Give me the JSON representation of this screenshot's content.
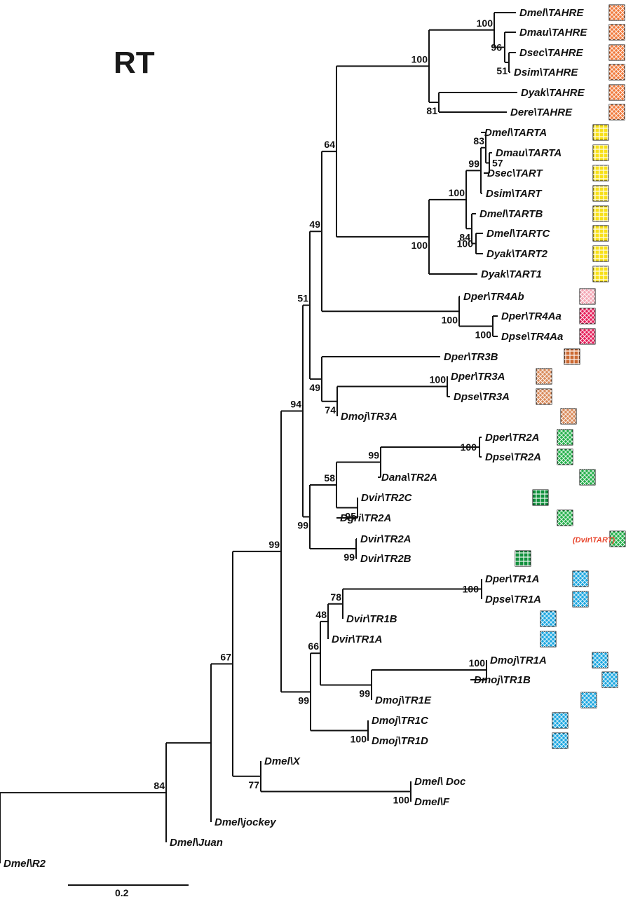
{
  "title": "RT",
  "scale_bar_label": "0.2",
  "note": {
    "text": "(Dvir\\TART)",
    "color": "#e8472f"
  },
  "box_colors": {
    "orange": "#f07a3c",
    "yellow": "#f7e018",
    "pink": "#f4a6b4",
    "magenta": "#e61e5a",
    "brown": "#cc6a33",
    "lightbrown": "#d98a5a",
    "green": "#23b04a",
    "darkgreen": "#11913d",
    "blue": "#1aa6e0"
  },
  "taxa": [
    {
      "label": "Dmel\\TAHRE",
      "box": "orange"
    },
    {
      "label": "Dmau\\TAHRE",
      "box": "orange"
    },
    {
      "label": "Dsec\\TAHRE",
      "box": "orange"
    },
    {
      "label": "Dsim\\TAHRE",
      "box": "orange"
    },
    {
      "label": "Dyak\\TAHRE",
      "box": "orange"
    },
    {
      "label": "Dere\\TAHRE",
      "box": "orange"
    },
    {
      "label": "Dmel\\TARTA",
      "box": "yellow"
    },
    {
      "label": "Dmau\\TARTA",
      "box": "yellow"
    },
    {
      "label": "Dsec\\TART",
      "box": "yellow"
    },
    {
      "label": "Dsim\\TART",
      "box": "yellow"
    },
    {
      "label": "Dmel\\TARTB",
      "box": "yellow"
    },
    {
      "label": "Dmel\\TARTC",
      "box": "yellow"
    },
    {
      "label": "Dyak\\TART2",
      "box": "yellow"
    },
    {
      "label": "Dyak\\TART1",
      "box": "yellow"
    },
    {
      "label": "Dper\\TR4Ab",
      "box": "pink"
    },
    {
      "label": "Dper\\TR4Aa",
      "box": "magenta"
    },
    {
      "label": "Dpse\\TR4Aa",
      "box": "magenta"
    },
    {
      "label": "Dper\\TR3B",
      "box": "brown"
    },
    {
      "label": "Dper\\TR3A",
      "box": "lightbrown"
    },
    {
      "label": "Dpse\\TR3A",
      "box": "lightbrown"
    },
    {
      "label": "Dmoj\\TR3A",
      "box": "lightbrown"
    },
    {
      "label": "Dper\\TR2A",
      "box": "green"
    },
    {
      "label": "Dpse\\TR2A",
      "box": "green"
    },
    {
      "label": "Dana\\TR2A",
      "box": "green"
    },
    {
      "label": "Dvir\\TR2C",
      "box": "darkgreen"
    },
    {
      "label": "Dgri\\TR2A",
      "box": "green"
    },
    {
      "label": "Dvir\\TR2A",
      "box": "green"
    },
    {
      "label": "Dvir\\TR2B",
      "box": "darkgreen"
    },
    {
      "label": "Dper\\TR1A",
      "box": "blue"
    },
    {
      "label": "Dpse\\TR1A",
      "box": "blue"
    },
    {
      "label": "Dvir\\TR1B",
      "box": "blue"
    },
    {
      "label": "Dvir\\TR1A",
      "box": "blue"
    },
    {
      "label": "Dmoj\\TR1A",
      "box": "blue"
    },
    {
      "label": "Dmoj\\TR1B",
      "box": "blue"
    },
    {
      "label": "Dmoj\\TR1E",
      "box": "blue"
    },
    {
      "label": "Dmoj\\TR1C",
      "box": "blue"
    },
    {
      "label": "Dmoj\\TR1D",
      "box": "blue"
    },
    {
      "label": "Dmel\\X",
      "box": ""
    },
    {
      "label": "Dmel\\ Doc",
      "box": ""
    },
    {
      "label": "Dmel\\F",
      "box": ""
    },
    {
      "label": "Dmel\\jockey",
      "box": ""
    },
    {
      "label": "Dmel\\Juan",
      "box": ""
    },
    {
      "label": "Dmel\\R2",
      "box": ""
    }
  ],
  "support_values": [
    "100",
    "100",
    "96",
    "51",
    "81",
    "64",
    "83",
    "99",
    "57",
    "100",
    "84",
    "100",
    "100",
    "49",
    "51",
    "100",
    "100",
    "100",
    "49",
    "74",
    "94",
    "100",
    "99",
    "58",
    "95",
    "99",
    "99",
    "99",
    "100",
    "78",
    "48",
    "66",
    "100",
    "99",
    "99",
    "100",
    "67",
    "84",
    "77",
    "100"
  ]
}
